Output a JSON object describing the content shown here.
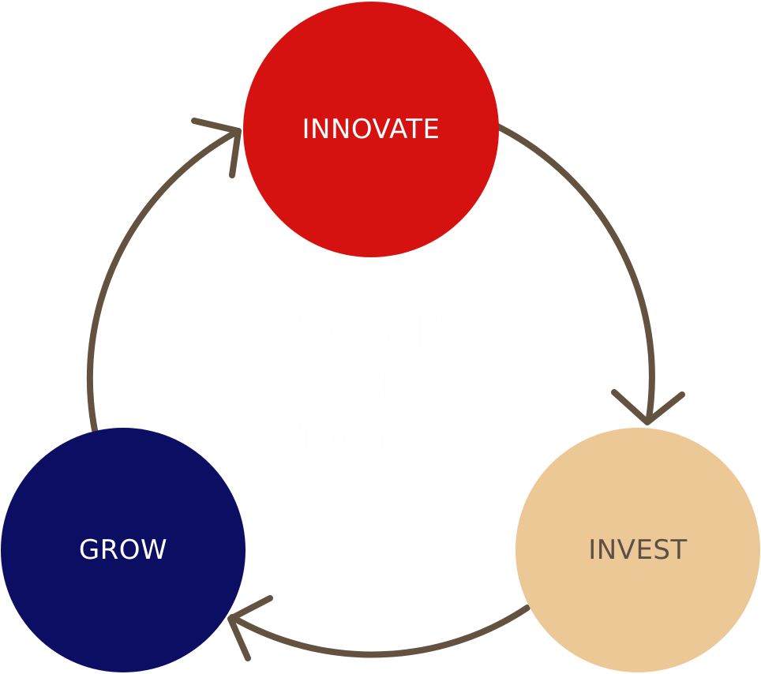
{
  "center_title": [
    "Cornel's",
    "Partner",
    "Promise"
  ],
  "nodes": {
    "innovate": {
      "label": "INNOVATE",
      "color": "#D5120F",
      "text_color": "#FFFFFF"
    },
    "invest": {
      "label": "INVEST",
      "color": "#ECC896",
      "text_color": "#5B4F47"
    },
    "grow": {
      "label": "GROW",
      "color": "#0B0E62",
      "text_color": "#FFFFFF"
    }
  },
  "cycle_color": "#63523F"
}
